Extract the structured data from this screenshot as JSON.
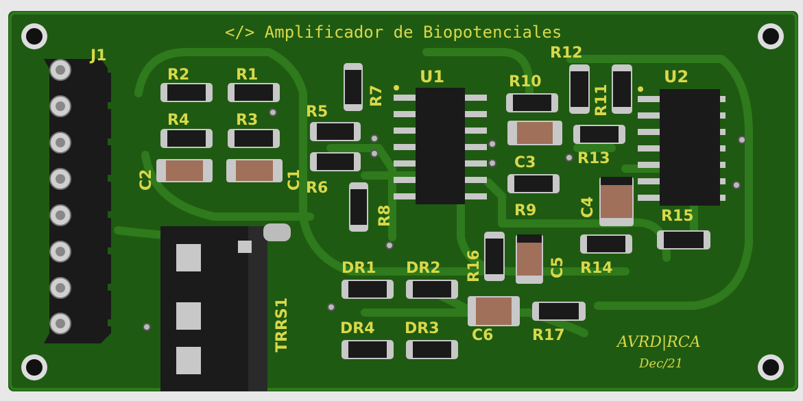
{
  "board": {
    "title": "</> Amplificador de Biopotenciales",
    "author": "AVRD|RCA",
    "date": "Dec/21"
  },
  "designators": {
    "J1": "J1",
    "U1": "U1",
    "U2": "U2",
    "TRRS1": "TRRS1",
    "R1": "R1",
    "R2": "R2",
    "R3": "R3",
    "R4": "R4",
    "R5": "R5",
    "R6": "R6",
    "R7": "R7",
    "R8": "R8",
    "R9": "R9",
    "R10": "R10",
    "R11": "R11",
    "R12": "R12",
    "R13": "R13",
    "R14": "R14",
    "R15": "R15",
    "R16": "R16",
    "R17": "R17",
    "C1": "C1",
    "C2": "C2",
    "C3": "C3",
    "C4": "C4",
    "C5": "C5",
    "C6": "C6",
    "DR1": "DR1",
    "DR2": "DR2",
    "DR3": "DR3",
    "DR4": "DR4"
  },
  "colors": {
    "pcb": "#1f5a12",
    "trace": "#2f7a1c",
    "silk": "#d8d84a",
    "pad": "#c8c8c8",
    "body": "#1a1a1a",
    "cap": "#a0705a"
  }
}
